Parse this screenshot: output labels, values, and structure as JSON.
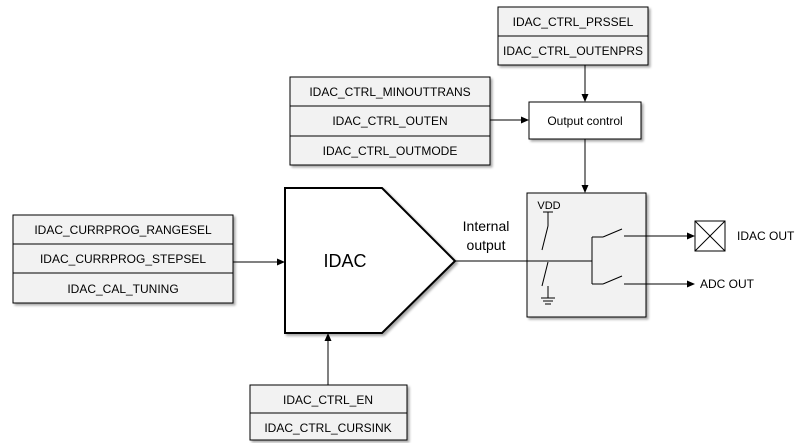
{
  "prs_group": {
    "rows": [
      "IDAC_CTRL_PRSSEL",
      "IDAC_CTRL_OUTENPRS"
    ]
  },
  "ctrl_group": {
    "rows": [
      "IDAC_CTRL_MINOUTTRANS",
      "IDAC_CTRL_OUTEN",
      "IDAC_CTRL_OUTMODE"
    ]
  },
  "output_control": {
    "label": "Output control"
  },
  "prog_group": {
    "rows": [
      "IDAC_CURRPROG_RANGESEL",
      "IDAC_CURRPROG_STEPSEL",
      "IDAC_CAL_TUNING"
    ]
  },
  "idac_block": {
    "label": "IDAC"
  },
  "internal_output": {
    "line1": "Internal",
    "line2": "output"
  },
  "switch_block": {
    "vdd_label": "VDD"
  },
  "outputs": {
    "idac_out": "IDAC OUT",
    "adc_out": "ADC OUT"
  },
  "en_group": {
    "rows": [
      "IDAC_CTRL_EN",
      "IDAC_CTRL_CURSINK"
    ]
  }
}
